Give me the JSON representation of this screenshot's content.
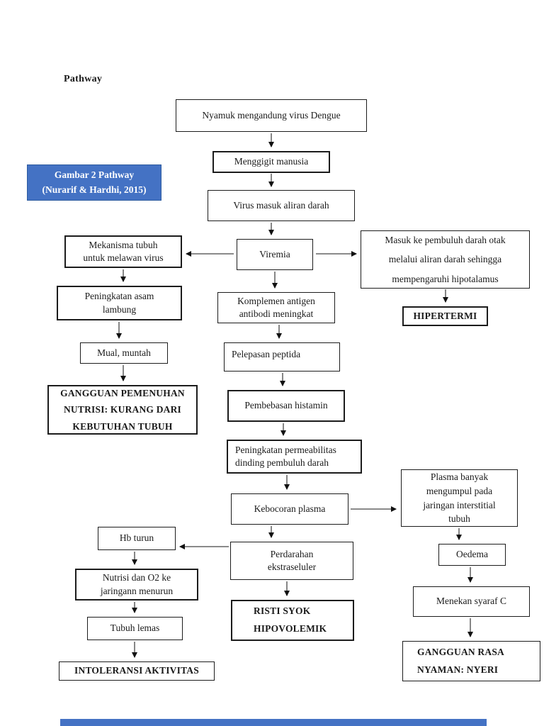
{
  "page": {
    "title": "Pathway",
    "caption": "Gambar 2 Pathway\n(Nurarif & Hardhi, 2015)"
  },
  "colors": {
    "caption_bg": "#4472C4",
    "caption_border": "#2E5B9F",
    "caption_text": "#FFFFFF",
    "node_border": "#1c1c1c",
    "bottom_bar": "#4472C4"
  },
  "nodes": {
    "nyamuk": "Nyamuk mengandung virus Dengue",
    "menggigit": "Menggigit manusia",
    "virus_masuk": "Virus masuk aliran darah",
    "viremia": "Viremia",
    "mekanisma": "Mekanisma tubuh\nuntuk melawan virus",
    "masuk_otak": "Masuk ke pembuluh darah otak\nmelalui aliran darah sehingga\nmempengaruhi hipotalamus",
    "hipertermi": "HIPERTERMI",
    "peningkatan_asam": "Peningkatan asam\nlambung",
    "mual": "Mual, muntah",
    "gangguan_nutrisi": "GANGGUAN PEMENUHAN\nNUTRISI: KURANG DARI\nKEBUTUHAN TUBUH",
    "komplemen": "Komplemen antigen\nantibodi meningkat",
    "pelepasan": "Pelepasan peptida",
    "pembebasan": "Pembebasan histamin",
    "permeabilitas": "Peningkatan permeabilitas\ndinding pembuluh darah",
    "kebocoran": "Kebocoran plasma",
    "plasma_banyak": "Plasma banyak\nmengumpul pada\njaringan interstitial\ntubuh",
    "perdarahan": "Perdarahan\nekstraseluler",
    "risti": "RISTI SYOK\nHIPOVOLEMIK",
    "hb_turun": "Hb turun",
    "nutrisi_o2": "Nutrisi dan O2 ke\njaringann menurun",
    "tubuh_lemas": "Tubuh lemas",
    "intoleransi": "INTOLERANSI AKTIVITAS",
    "oedema": "Oedema",
    "menekan": "Menekan syaraf C",
    "gangguan_nyeri": "GANGGUAN RASA\nNYAMAN: NYERI"
  }
}
